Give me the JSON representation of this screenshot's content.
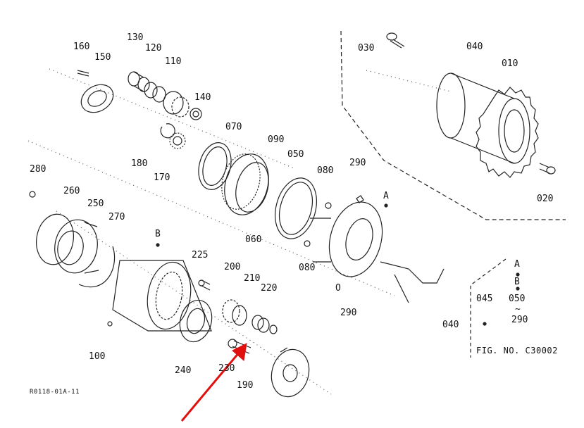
{
  "diagram": {
    "part_labels": [
      {
        "id": "010",
        "text": "010"
      },
      {
        "id": "020",
        "text": "020"
      },
      {
        "id": "030",
        "text": "030"
      },
      {
        "id": "040a",
        "text": "040"
      },
      {
        "id": "040b",
        "text": "040"
      },
      {
        "id": "045",
        "text": "045"
      },
      {
        "id": "050a",
        "text": "050"
      },
      {
        "id": "050b",
        "text": "050"
      },
      {
        "id": "060",
        "text": "060"
      },
      {
        "id": "070",
        "text": "070"
      },
      {
        "id": "080a",
        "text": "080"
      },
      {
        "id": "080b",
        "text": "080"
      },
      {
        "id": "090",
        "text": "090"
      },
      {
        "id": "100",
        "text": "100"
      },
      {
        "id": "110",
        "text": "110"
      },
      {
        "id": "120",
        "text": "120"
      },
      {
        "id": "130",
        "text": "130"
      },
      {
        "id": "140",
        "text": "140"
      },
      {
        "id": "150",
        "text": "150"
      },
      {
        "id": "160",
        "text": "160"
      },
      {
        "id": "170",
        "text": "170"
      },
      {
        "id": "180",
        "text": "180"
      },
      {
        "id": "190",
        "text": "190"
      },
      {
        "id": "200",
        "text": "200"
      },
      {
        "id": "210",
        "text": "210"
      },
      {
        "id": "220",
        "text": "220"
      },
      {
        "id": "225",
        "text": "225"
      },
      {
        "id": "230",
        "text": "230"
      },
      {
        "id": "240",
        "text": "240"
      },
      {
        "id": "250",
        "text": "250"
      },
      {
        "id": "260",
        "text": "260"
      },
      {
        "id": "270",
        "text": "270"
      },
      {
        "id": "280",
        "text": "280"
      },
      {
        "id": "290a",
        "text": "290"
      },
      {
        "id": "290b",
        "text": "290"
      },
      {
        "id": "290c",
        "text": "290"
      },
      {
        "id": "A1",
        "text": "A"
      },
      {
        "id": "A2",
        "text": "A"
      },
      {
        "id": "B1",
        "text": "B"
      },
      {
        "id": "B2",
        "text": "B"
      },
      {
        "id": "O1",
        "text": "O"
      }
    ],
    "tilde": "~",
    "fig_no": "FIG. NO. C30002",
    "code": "R0118-01A-11",
    "arrow_color": "#e01010",
    "line_color": "#222222"
  }
}
